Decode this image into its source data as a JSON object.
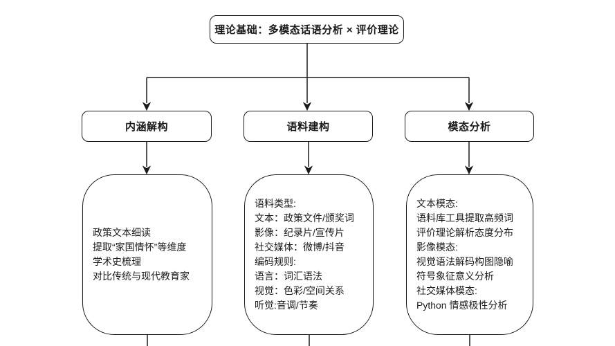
{
  "diagram": {
    "title_hint": "研究框架流程图",
    "colors": {
      "stroke": "#1a1a1a",
      "background": "#ffffff",
      "text": "#1a1a1a"
    },
    "root": {
      "label": "理论基础：多模态话语分析 × 评价理论"
    },
    "branches": [
      {
        "header": "内涵解构",
        "details": [
          "政策文本细读",
          "提取“家国情怀”等维度",
          "学术史梳理",
          "对比传统与现代教育家"
        ]
      },
      {
        "header": "语料建构",
        "details": [
          "语料类型:",
          "文本：政策文件/颁奖词",
          "影像：纪录片/宣传片",
          "社交媒体：微博/抖音",
          "编码规则:",
          "语言：词汇语法",
          "视觉：色彩/空间关系",
          "听觉:音调/节奏"
        ]
      },
      {
        "header": "模态分析",
        "details": [
          "文本模态:",
          "语料库工具提取高频词",
          "评价理论解析态度分布",
          "影像模态:",
          "视觉语法解码构图隐喻",
          "符号象征意义分析",
          "社交媒体模态:",
          "Python 情感极性分析"
        ]
      }
    ]
  }
}
